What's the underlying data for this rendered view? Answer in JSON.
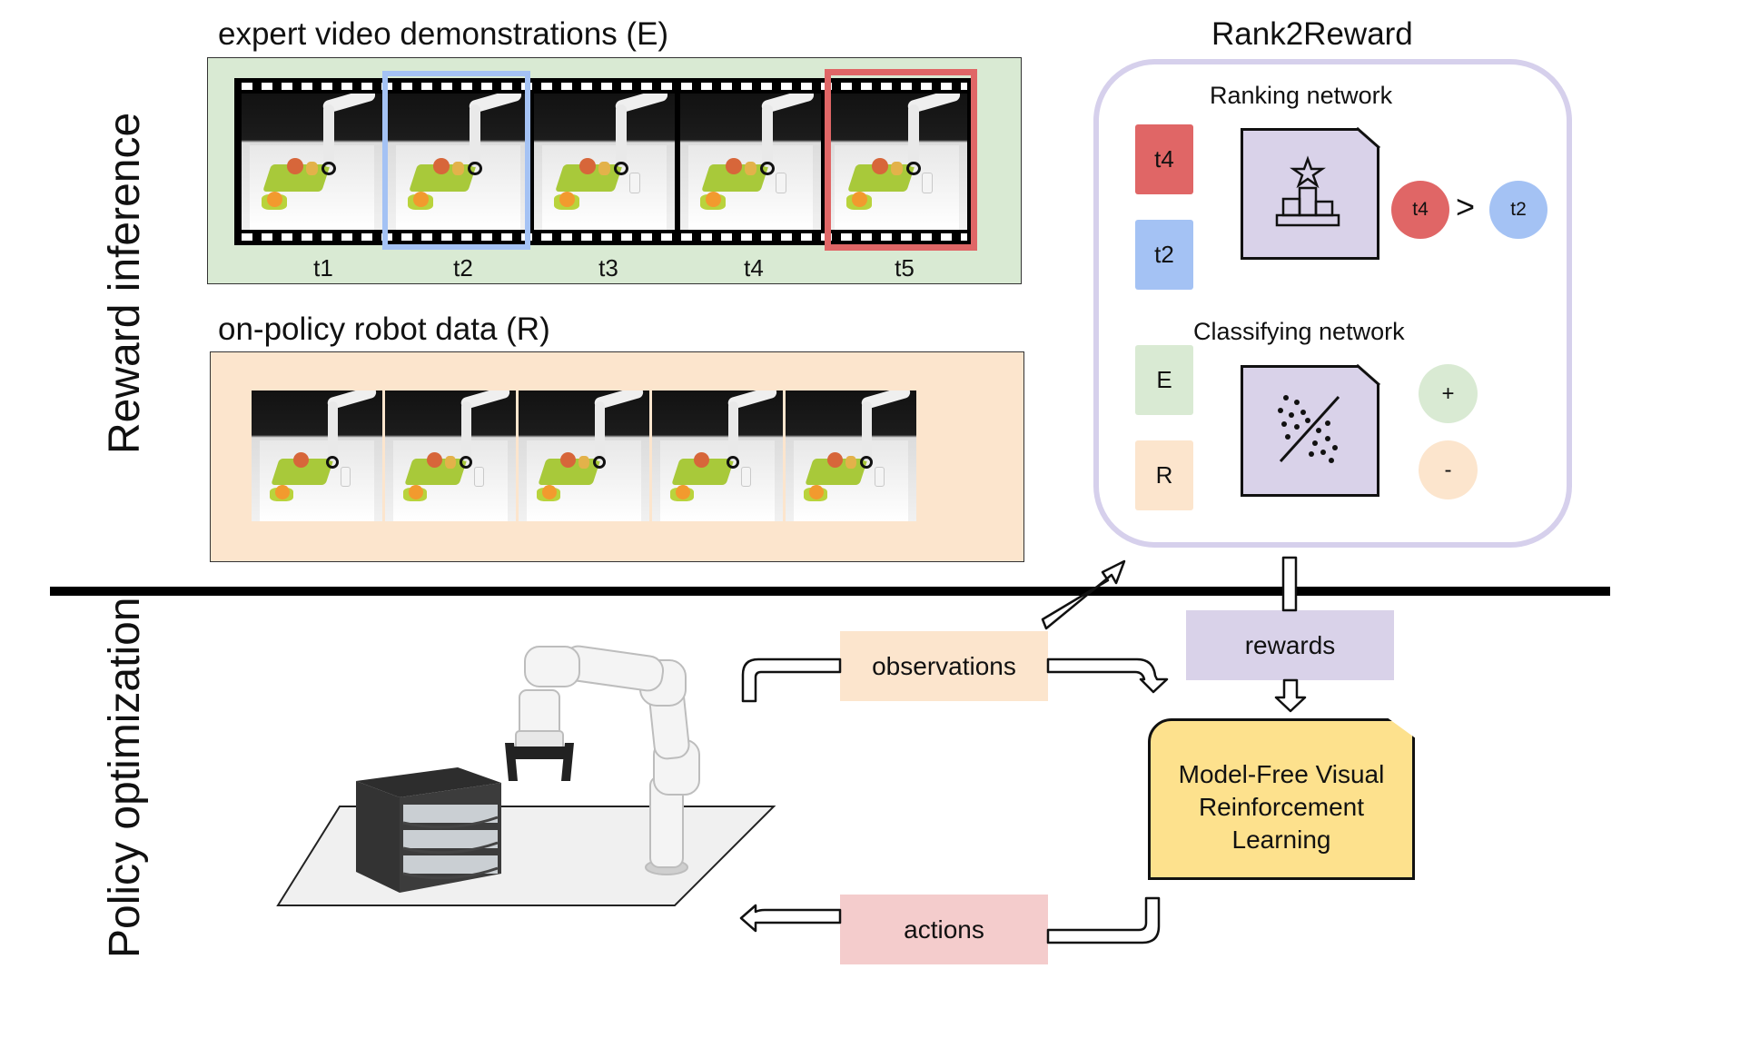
{
  "sections": {
    "reward_inference": "Reward inference",
    "policy_optimization": "Policy optimization"
  },
  "expert": {
    "title": "expert video demonstrations (E)",
    "frames": [
      "t1",
      "t2",
      "t3",
      "t4",
      "t5"
    ],
    "highlight_colors": {
      "t2": "#a4c2f4",
      "t5": "#e06666"
    },
    "panel_color": "#d9ead3"
  },
  "robot_data": {
    "title": "on-policy robot data (R)",
    "panel_color": "#fce5cd"
  },
  "rank2reward": {
    "title": "Rank2Reward",
    "ranking": {
      "title": "Ranking network",
      "inputs": [
        "t4",
        "t2"
      ],
      "icon": "podium-star-icon",
      "out_left": "t4",
      "relation": ">",
      "out_right": "t2"
    },
    "classifying": {
      "title": "Classifying network",
      "inputs": [
        "E",
        "R"
      ],
      "icon": "scatter-classifier-icon",
      "out_pos": "+",
      "out_neg": "-"
    }
  },
  "flow": {
    "observations": "observations",
    "rewards": "rewards",
    "actions": "actions",
    "rl_box": "Model-Free Visual Reinforcement Learning"
  },
  "colors": {
    "red": "#e06666",
    "blue": "#a4c2f4",
    "green": "#d9ead3",
    "peach": "#fce5cd",
    "lavender": "#d9d2e9",
    "yellow": "#fde18d",
    "pink": "#f4cccc"
  }
}
